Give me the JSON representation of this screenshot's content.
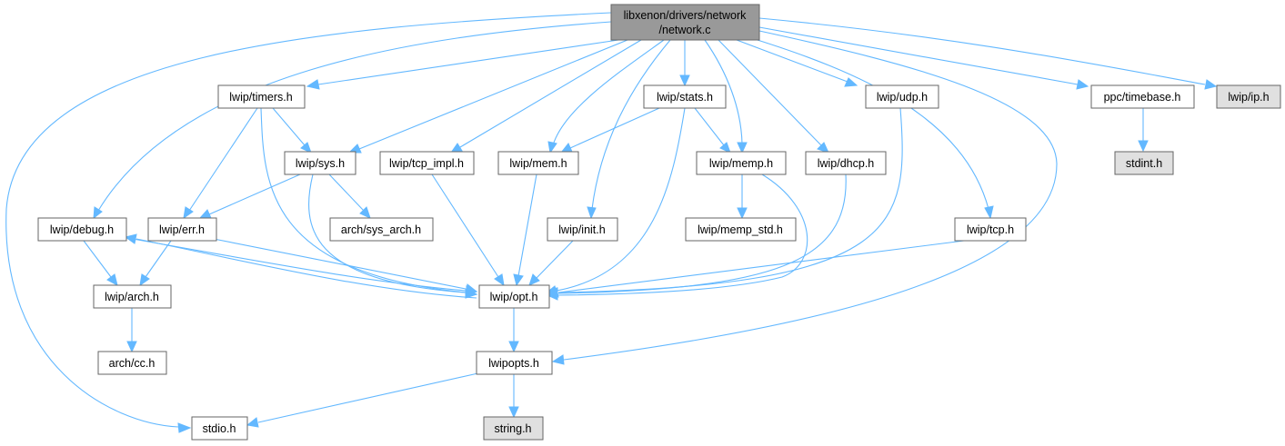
{
  "colors": {
    "root_fill": "#999999",
    "node_fill": "#ffffff",
    "external_fill": "#e0e0e0",
    "border": "#666666",
    "edge": "#63b8ff"
  },
  "nodes": {
    "root": {
      "line1": "libxenon/drivers/network",
      "line2": "/network.c"
    },
    "timers": "lwip/timers.h",
    "stats": "lwip/stats.h",
    "udp": "lwip/udp.h",
    "timebase": "ppc/timebase.h",
    "ip": "lwip/ip.h",
    "sys": "lwip/sys.h",
    "tcp_impl": "lwip/tcp_impl.h",
    "mem": "lwip/mem.h",
    "memp": "lwip/memp.h",
    "dhcp": "lwip/dhcp.h",
    "stdint": "stdint.h",
    "debug": "lwip/debug.h",
    "err": "lwip/err.h",
    "sys_arch": "arch/sys_arch.h",
    "init": "lwip/init.h",
    "memp_std": "lwip/memp_std.h",
    "tcp": "lwip/tcp.h",
    "arch": "lwip/arch.h",
    "opt": "lwip/opt.h",
    "cc": "arch/cc.h",
    "lwipopts": "lwipopts.h",
    "stdio": "stdio.h",
    "string": "string.h"
  }
}
